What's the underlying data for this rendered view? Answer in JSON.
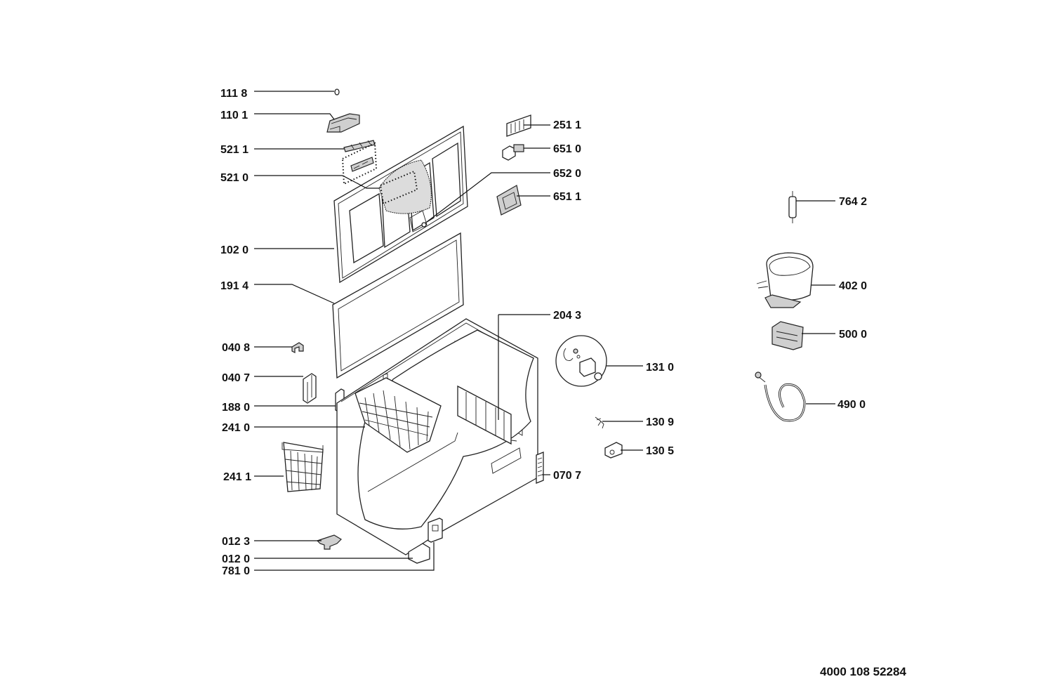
{
  "document_number": "4000 108 52284",
  "part_labels": {
    "p1118": "111 8",
    "p1101": "110 1",
    "p5211": "521 1",
    "p5210": "521 0",
    "p1020": "102 0",
    "p1914": "191 4",
    "p0408": "040 8",
    "p0407": "040 7",
    "p1880": "188 0",
    "p2410": "241 0",
    "p2411": "241 1",
    "p0123": "012 3",
    "p0120": "012 0",
    "p7810": "781 0",
    "p2511": "251 1",
    "p6510": "651 0",
    "p6520": "652 0",
    "p6511": "651 1",
    "p2043": "204 3",
    "p1310": "131 0",
    "p1309": "130 9",
    "p1305": "130 5",
    "p0707": "070 7",
    "p7642": "764 2",
    "p4020": "402 0",
    "p5000": "500 0",
    "p4900": "490 0"
  }
}
